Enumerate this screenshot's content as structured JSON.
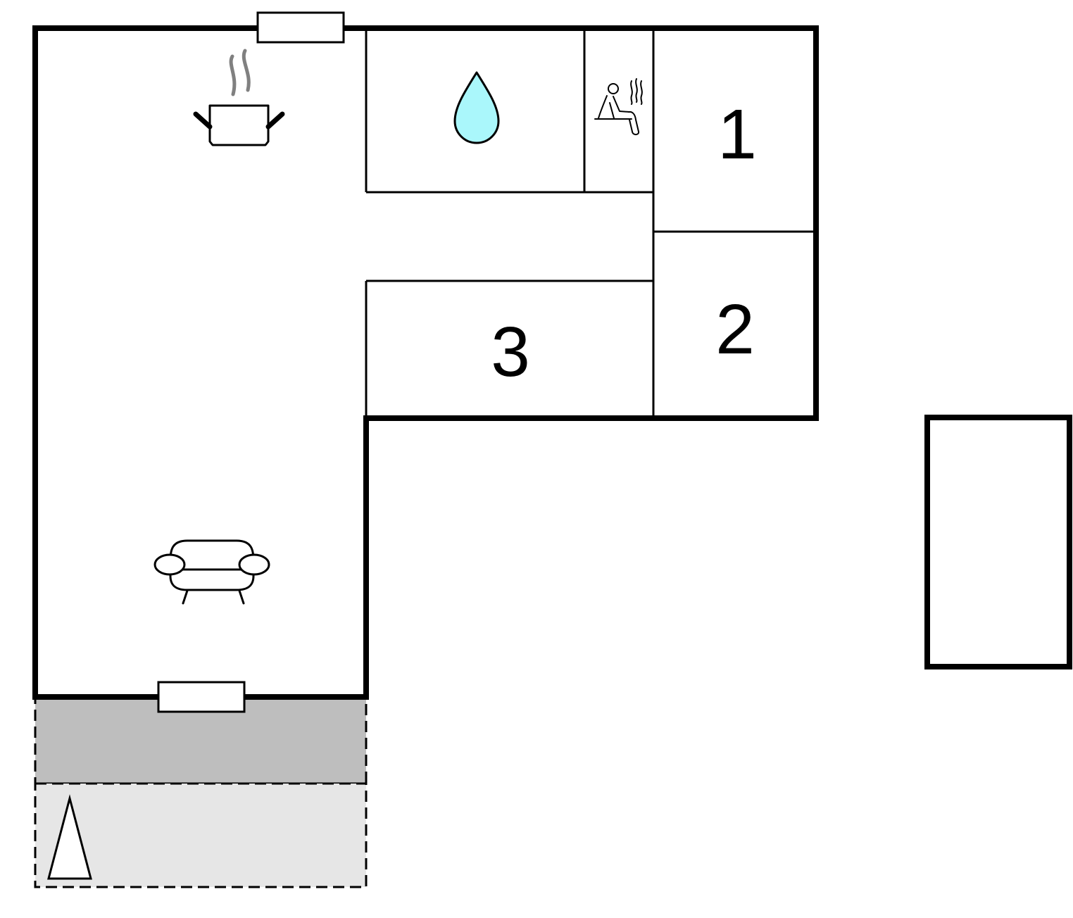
{
  "colors": {
    "wall": "#000000",
    "background": "#ffffff",
    "covered_terrace": "#bebebe",
    "open_terrace": "#e6e6e6",
    "water_drop": "#aaf7fb",
    "steam": "#808080"
  },
  "rooms": {
    "bedroom_1": {
      "label": "1"
    },
    "bedroom_2": {
      "label": "2"
    },
    "bedroom_3": {
      "label": "3"
    }
  },
  "icons": {
    "kitchen": "cooking-pot-icon",
    "bathroom": "water-drop-icon",
    "sauna": "sauna-icon",
    "living_room": "sofa-icon",
    "north": "north-arrow-icon"
  }
}
